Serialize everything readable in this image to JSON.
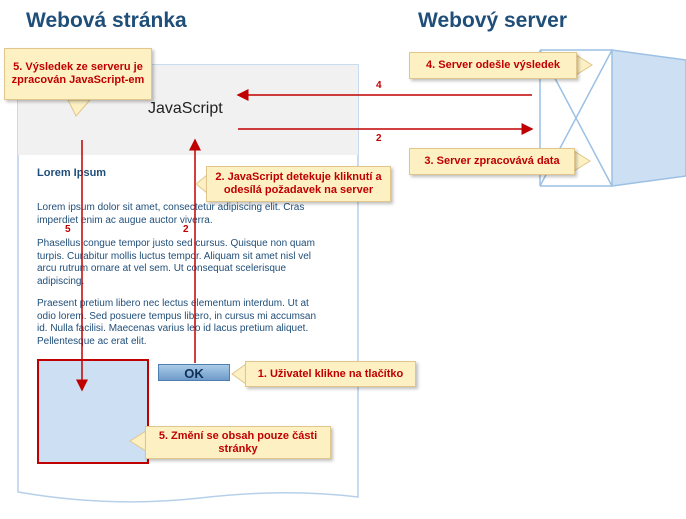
{
  "headings": {
    "left": "Webová stránka",
    "right": "Webový server"
  },
  "page": {
    "js_label": "JavaScript",
    "lorem_title": "Lorem Ipsum",
    "paragraphs": [
      "Lorem ipsum dolor sit amet, consectetur adipiscing elit. Cras imperdiet enim ac augue auctor viverra.",
      "Phasellus congue tempor justo sed cursus. Quisque non quam turpis. Curabitur mollis luctus tempor. Aliquam sit amet nisl vel arcu rutrum ornare at vel sem. Ut consequat scelerisque adipiscing.",
      "Praesent pretium libero nec lectus elementum interdum. Ut at odio lorem. Sed posuere tempus libero, in cursus mi accumsan id. Nulla facilisi. Maecenas varius leo id lacus pretium aliquet. Pellentesque ac erat elit."
    ],
    "ok_button": "OK"
  },
  "callouts": {
    "c1": "1. Uživatel klikne na tlačítko",
    "c2": "2. JavaScript detekuje kliknutí a odesílá požadavek na server",
    "c3": "3. Server zpracovává data",
    "c4": "4. Server odešle výsledek",
    "c5_top": "5. Výsledek ze serveru je zpracován JavaScript-em",
    "c5_bottom": "5. Změní se obsah pouze části stránky"
  },
  "arrow_labels": {
    "a2_vertical": "2",
    "a2_horizontal": "2",
    "a4_horizontal": "4",
    "a5_vertical": "5"
  },
  "colors": {
    "heading": "#1f4e79",
    "arrow": "#c00000",
    "callout_bg": "#fdf1c4",
    "server_fill": "#cde0f3"
  }
}
